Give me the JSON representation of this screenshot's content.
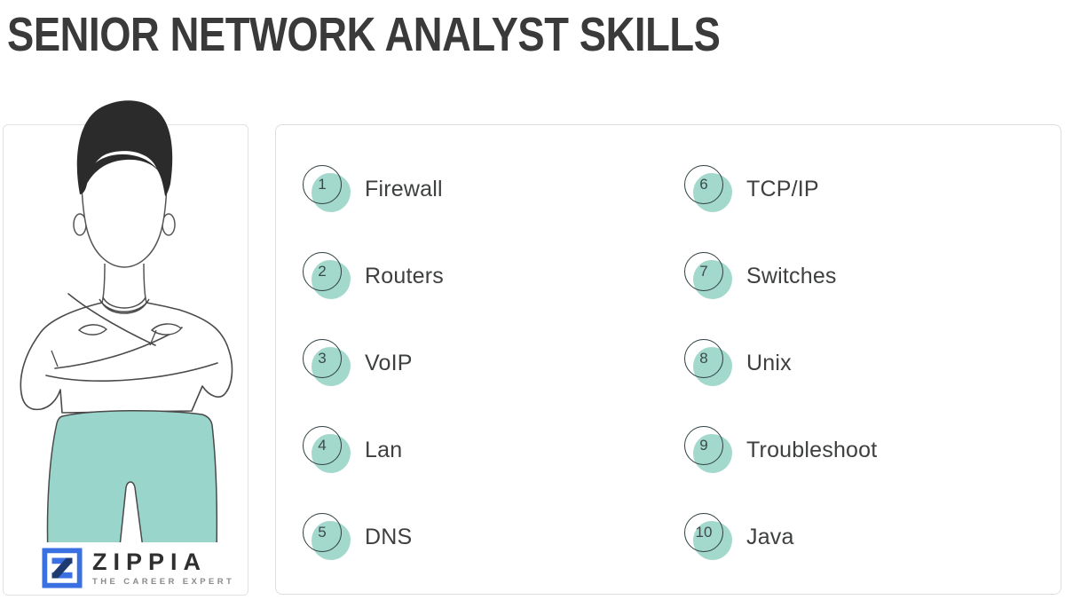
{
  "title": "SENIOR NETWORK ANALYST SKILLS",
  "skills": [
    {
      "number": "1",
      "label": "Firewall"
    },
    {
      "number": "2",
      "label": "Routers"
    },
    {
      "number": "3",
      "label": "VoIP"
    },
    {
      "number": "4",
      "label": "Lan"
    },
    {
      "number": "5",
      "label": "DNS"
    },
    {
      "number": "6",
      "label": "TCP/IP"
    },
    {
      "number": "7",
      "label": "Switches"
    },
    {
      "number": "8",
      "label": "Unix"
    },
    {
      "number": "9",
      "label": "Troubleshoot"
    },
    {
      "number": "10",
      "label": "Java"
    }
  ],
  "logo": {
    "brand": "ZIPPIA",
    "tagline": "THE CAREER EXPERT"
  },
  "colors": {
    "badge_teal": "#a3d9cc",
    "pants_teal": "#99d5ca",
    "badge_ring": "#2e3e40",
    "skill_text": "#3e4040",
    "title_text": "#3a3a3a",
    "card_border": "#e2e2e2",
    "panel_border": "#dedede",
    "logo_blue": "#3b70e3",
    "logo_navy": "#1e3a6e",
    "tagline_gray": "#8a8a8a",
    "hair": "#2b2b2b"
  }
}
